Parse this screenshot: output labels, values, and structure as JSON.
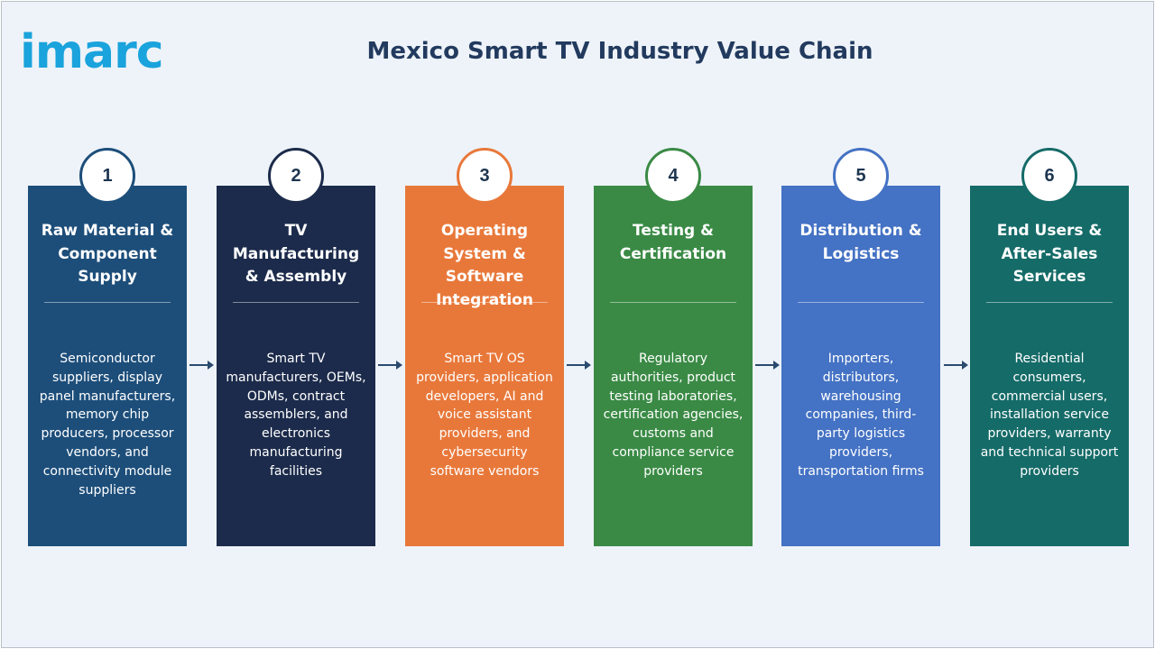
{
  "brand": {
    "logo_text": "imarc",
    "color": "#1aa3dc"
  },
  "title": "Mexico Smart TV Industry Value Chain",
  "stages": [
    {
      "number": "1",
      "title": "Raw Material & Component Supply",
      "description": "Semiconductor suppliers, display panel manufacturers, memory chip producers, processor vendors, and connectivity module suppliers",
      "color": "#1d4e7a"
    },
    {
      "number": "2",
      "title": "TV Manufacturing & Assembly",
      "description": "Smart TV manufacturers, OEMs, ODMs, contract assemblers, and electronics manufacturing facilities",
      "color": "#1c2b4b"
    },
    {
      "number": "3",
      "title": "Operating System & Software Integration",
      "description": "Smart TV OS providers, application developers, AI and voice assistant providers, and cybersecurity software vendors",
      "color": "#e8783a"
    },
    {
      "number": "4",
      "title": "Testing & Certification",
      "description": "Regulatory authorities, product testing laboratories, certification agencies, customs and compliance service providers",
      "color": "#3a8a45"
    },
    {
      "number": "5",
      "title": "Distribution & Logistics",
      "description": "Importers, distributors, warehousing companies, third-party logistics providers, transportation firms",
      "color": "#4472c4"
    },
    {
      "number": "6",
      "title": "End Users & After-Sales Services",
      "description": "Residential consumers, commercial users, installation service providers, warranty and technical support providers",
      "color": "#156b68"
    }
  ],
  "arrow_color": "#2a4a6e"
}
